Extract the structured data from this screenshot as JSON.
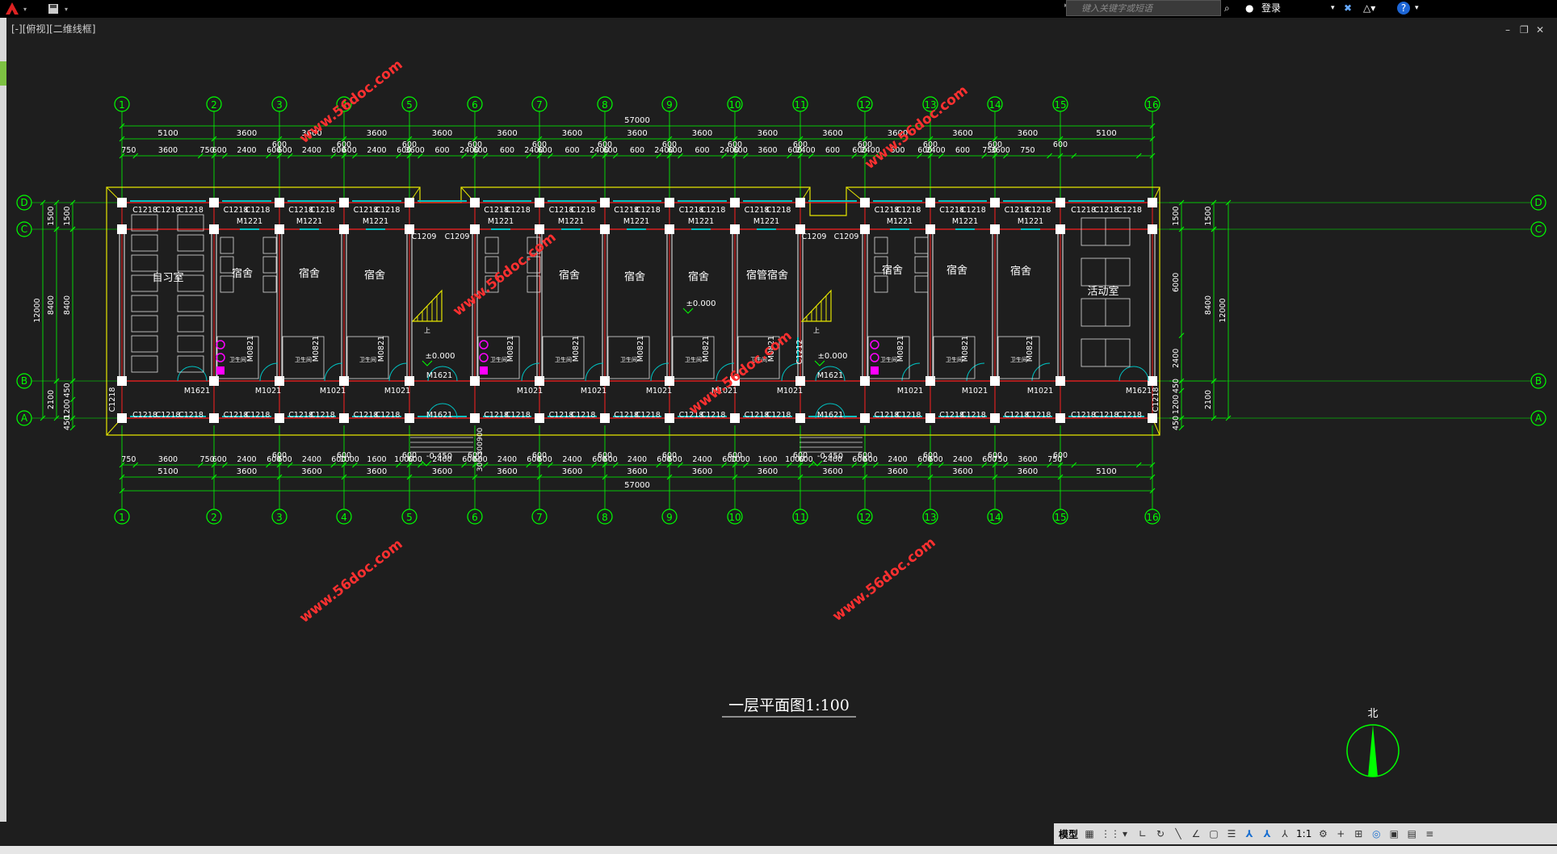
{
  "app": {
    "viewport_label": "[-][俯视][二维线框]",
    "search_placeholder": "键入关键字或短语",
    "login_label": "登录"
  },
  "drawing": {
    "title": "一层平面图1:100",
    "north_label": "北",
    "watermark": "www.56doc.com",
    "axes_numbers": [
      "1",
      "2",
      "3",
      "4",
      "5",
      "6",
      "7",
      "8",
      "9",
      "10",
      "11",
      "12",
      "13",
      "14",
      "15",
      "16"
    ],
    "axes_letters": [
      "D",
      "C",
      "B",
      "A"
    ],
    "total_dim": "57000",
    "dims_row1": [
      "5100",
      "3600",
      "3600",
      "3600",
      "3600",
      "3600",
      "3600",
      "3600",
      "3600",
      "3600",
      "3600",
      "3600",
      "3600",
      "3600",
      "5100"
    ],
    "dims_row2": [
      "750",
      "3600",
      "750",
      "600",
      "2400",
      "600",
      "600",
      "2400",
      "600",
      "600",
      "2400",
      "600",
      "3600",
      "600",
      "2400",
      "600",
      "600",
      "2400",
      "600",
      "600",
      "2400",
      "600",
      "600",
      "2400",
      "600",
      "600",
      "2400",
      "600",
      "3600",
      "600",
      "2400",
      "600",
      "600",
      "2400",
      "600",
      "600",
      "2400",
      "600",
      "750",
      "3600",
      "750"
    ],
    "dims_row2_top": [
      "600",
      "600",
      "600",
      "600",
      "600",
      "600",
      "600",
      "600",
      "600",
      "600",
      "600",
      "600",
      "600"
    ],
    "dims_row2_bottom": [
      "750",
      "3600",
      "750",
      "600",
      "2400",
      "600",
      "600",
      "2400",
      "600",
      "1000",
      "1600",
      "1000",
      "600",
      "2400",
      "600",
      "600",
      "2400",
      "600",
      "600",
      "2400",
      "600",
      "600",
      "2400",
      "600",
      "600",
      "2400",
      "600",
      "1000",
      "1600",
      "1000",
      "600",
      "2400",
      "600",
      "600",
      "2400",
      "600",
      "600",
      "2400",
      "600",
      "750",
      "3600",
      "750"
    ],
    "left_dims_a": [
      "1500",
      "1500"
    ],
    "left_dims_b": [
      "8400",
      "8400"
    ],
    "left_dims_c": [
      "12000"
    ],
    "left_dims_d": [
      "2100",
      "1200",
      "450",
      "450"
    ],
    "right_dims": [
      "1500",
      "1500",
      "6000",
      "8400",
      "12000",
      "2400",
      "450",
      "1200",
      "2100",
      "450"
    ],
    "windows_top": [
      "C1218",
      "C1218",
      "C1218",
      "C1218",
      "C1218",
      "C1218",
      "C1218",
      "C1218",
      "C1218",
      "C1218",
      "C1218",
      "C1218",
      "C1218",
      "C1218",
      "C1218",
      "C1218",
      "C1218",
      "C1218",
      "C1218",
      "C1218",
      "C1218",
      "C1218",
      "C1218",
      "C1218",
      "C1218",
      "C1218",
      "C1218",
      "C1218",
      "C1218",
      "C1218",
      "C1218"
    ],
    "windows_bottom": [
      "C1218",
      "C1218",
      "C1218",
      "C1218",
      "C1218",
      "C1218",
      "C1218",
      "C1218",
      "C1218",
      "C1218",
      "C1218",
      "C1218",
      "C1218",
      "C1218",
      "C1218",
      "C1218",
      "C1218",
      "C1218",
      "C1218",
      "C1218",
      "C1218",
      "C1218",
      "C1218",
      "C1218",
      "C1218",
      "C1218",
      "C1218",
      "C1218",
      "C1218",
      "C1218"
    ],
    "corridor_windows": [
      "C1209",
      "C1209",
      "C1209",
      "C1209"
    ],
    "side_windows": [
      "C1218",
      "C1218",
      "C1212"
    ],
    "doors_m1221": [
      "M1221",
      "M1221",
      "M1221",
      "M1221",
      "M1221",
      "M1221",
      "M1221",
      "M1221",
      "M1221",
      "M1221",
      "M1221"
    ],
    "doors_m1021": [
      "M1021",
      "M1021",
      "M1021",
      "M1021",
      "M1021",
      "M1021",
      "M1021",
      "M1021",
      "M1021",
      "M1021",
      "M1021",
      "M1021",
      "M1021"
    ],
    "doors_m1621": [
      "M1621",
      "M1621",
      "M1621",
      "M1621",
      "M1621",
      "M1621"
    ],
    "doors_m0821": [
      "M0821",
      "M0821",
      "M0821",
      "M0821",
      "M0821",
      "M0821",
      "M0821",
      "M0821",
      "M0821",
      "M0821",
      "M0821",
      "M0821"
    ],
    "rooms": [
      "自习室",
      "宿舍",
      "宿舍",
      "宿舍",
      "宿舍",
      "宿舍",
      "宿舍",
      "宿管宿舍",
      "宿舍",
      "宿舍",
      "宿舍",
      "活动室"
    ],
    "bathroom_label": "卫生间",
    "elevations": [
      "±0.000",
      "±0.000",
      "±0.000",
      "-0.450",
      "-0.450"
    ],
    "stair_up": "上",
    "stair_dims": "300 300900"
  },
  "statusbar": {
    "model_label": "模型",
    "scale_label": "1:1"
  },
  "colors": {
    "background": "#1e1e1e",
    "axis_green": "#00ff00",
    "wall_red": "#ff2020",
    "outline_yellow": "#e6e600",
    "text_white": "#ffffff",
    "window_cyan": "#00c0c0",
    "sanitary_magenta": "#ff00ff",
    "watermark_red": "#ff3030"
  }
}
